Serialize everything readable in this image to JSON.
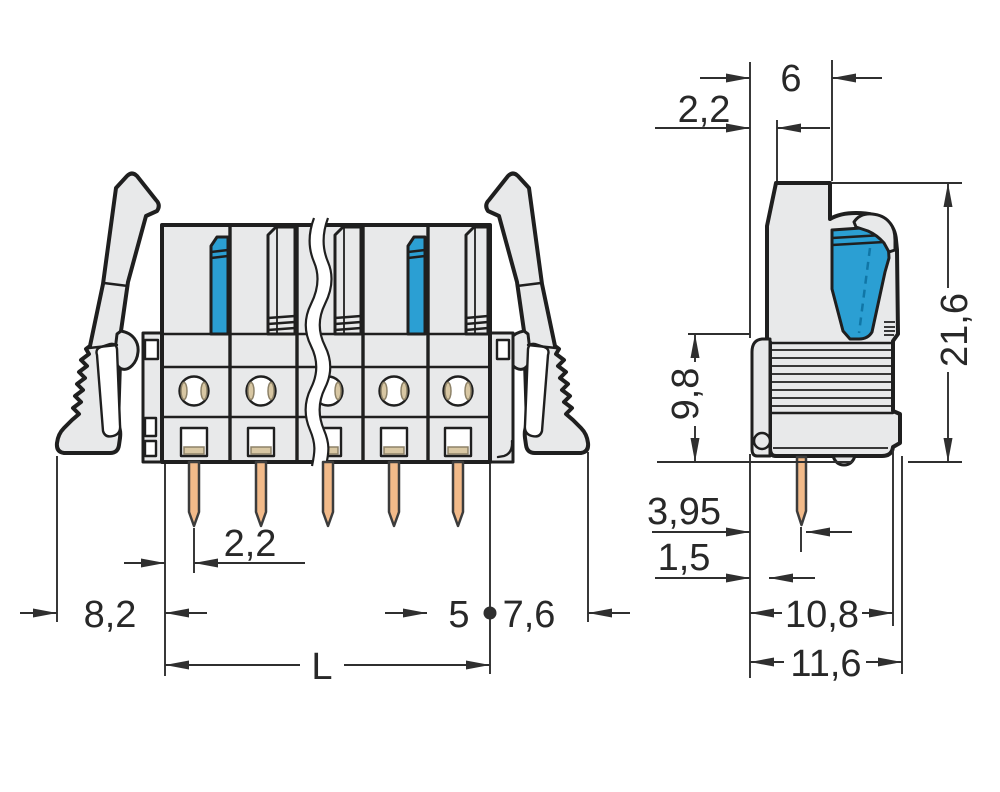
{
  "dims": {
    "front_latch_offset": "8,2",
    "front_pin_offset": "2,2",
    "front_pitch": "5",
    "front_edge_gap": "7,6",
    "front_length": "L",
    "side_top_offset": "2,2",
    "side_top_width": "6",
    "side_total_height": "21,6",
    "side_body_height": "9,8",
    "side_pin_to_edge": "3,95",
    "side_flange_width": "1,5",
    "side_depth_inner": "10,8",
    "side_depth_outer": "11,6"
  },
  "colors": {
    "background": "#ffffff",
    "line": "#1f1f1f",
    "dim_line": "#2f2f2f",
    "body_fill": "#e8e9ea",
    "accent_blue": "#2b9fd3",
    "accent_blue_dark": "#1076a6",
    "contact_tan": "#d8c7a3",
    "pin_copper": "#f2ba89"
  }
}
